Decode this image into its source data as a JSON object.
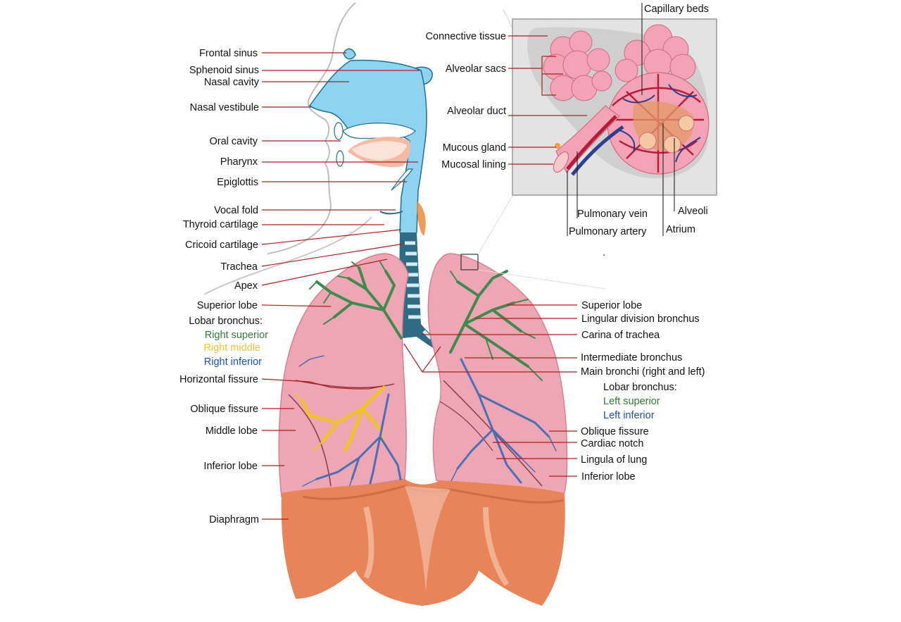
{
  "colors": {
    "airway_blue": "#8fd3f1",
    "lung_pink": "#eea6b4",
    "diaphragm_orange": "#e8845a",
    "right_superior": "#2e7d32",
    "right_middle": "#f2c12e",
    "right_inferior": "#1f4fb0",
    "left_superior": "#2e7d32",
    "left_inferior": "#1f4fb0",
    "leader_line": "#b01c1c"
  },
  "labels_left": {
    "frontal_sinus": "Frontal sinus",
    "sphenoid_sinus": "Sphenoid sinus",
    "nasal_cavity": "Nasal cavity",
    "nasal_vestibule": "Nasal vestibule",
    "oral_cavity": "Oral cavity",
    "pharynx": "Pharynx",
    "epiglottis": "Epiglottis",
    "vocal_fold": "Vocal fold",
    "thyroid_cartilage": "Thyroid cartilage",
    "cricoid_cartilage": "Cricoid cartilage",
    "trachea": "Trachea",
    "apex": "Apex",
    "superior_lobe": "Superior lobe",
    "lobar_bronchus": "Lobar bronchus:",
    "right_superior": "Right superior",
    "right_middle": "Right middle",
    "right_inferior": "Right inferior",
    "horizontal_fissure": "Horizontal fissure",
    "oblique_fissure": "Oblique fissure",
    "middle_lobe": "Middle lobe",
    "inferior_lobe": "Inferior lobe",
    "diaphragm": "Diaphragm"
  },
  "labels_right": {
    "superior_lobe": "Superior lobe",
    "lingular_division_bronchus": "Lingular division bronchus",
    "carina_of_trachea": "Carina of trachea",
    "intermediate_bronchus": "Intermediate bronchus",
    "main_bronchi": "Main bronchi (right and left)",
    "lobar_bronchus": "Lobar bronchus:",
    "left_superior": "Left superior",
    "left_inferior": "Left inferior",
    "oblique_fissure": "Oblique fissure",
    "cardiac_notch": "Cardiac notch",
    "lingula_of_lung": "Lingula of lung",
    "inferior_lobe": "Inferior lobe"
  },
  "inset_labels": {
    "capillary_beds": "Capillary beds",
    "connective_tissue": "Connective tissue",
    "alveolar_sacs": "Alveolar sacs",
    "alveolar_duct": "Alveolar duct",
    "mucous_gland": "Mucous gland",
    "mucosal_lining": "Mucosal lining",
    "pulmonary_vein": "Pulmonary vein",
    "pulmonary_artery": "Pulmonary artery",
    "alveoli": "Alveoli",
    "atrium": "Atrium",
    "dot": "."
  }
}
